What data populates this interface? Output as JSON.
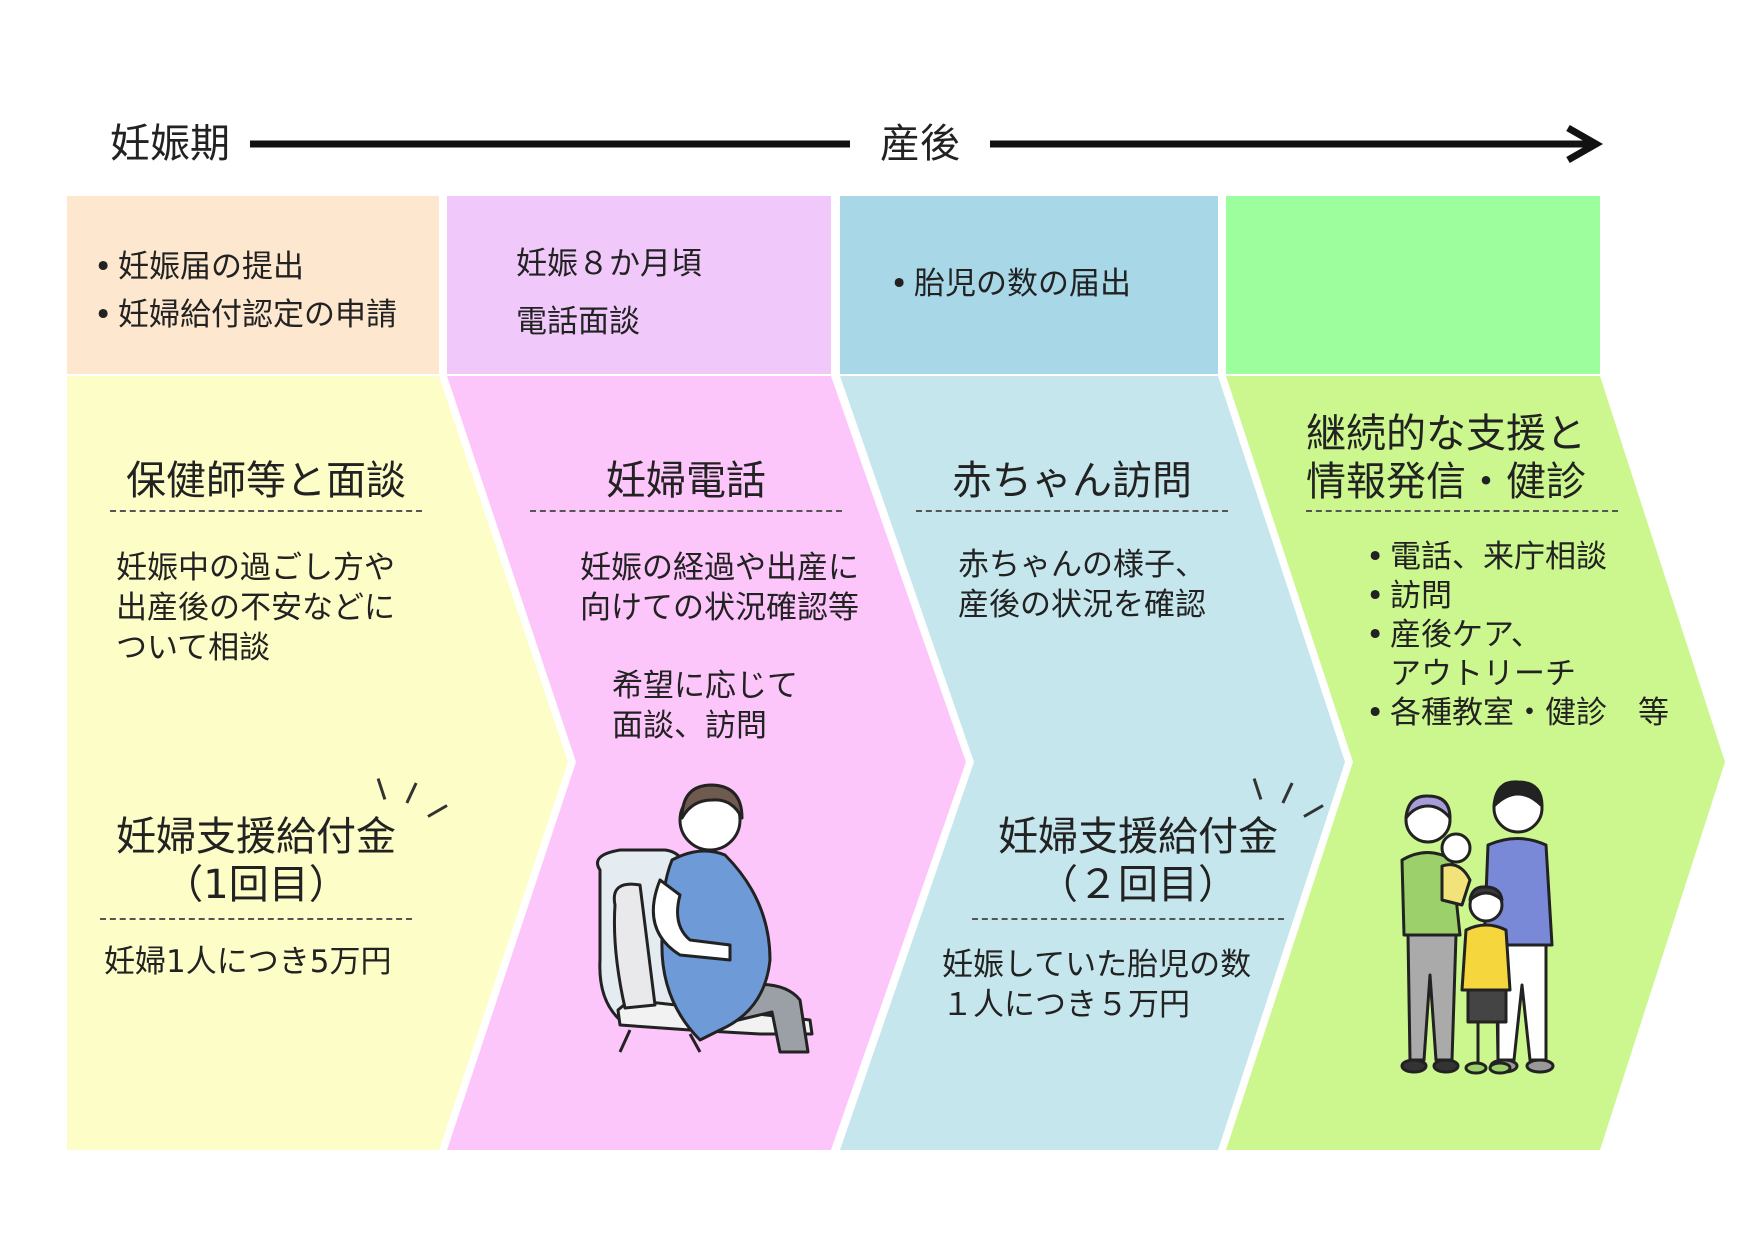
{
  "timeline": {
    "start_label": "妊娠期",
    "mid_label": "産後"
  },
  "colors": {
    "stage1_top": "#fde8cf",
    "stage1_main": "#fdfdc8",
    "stage2_top": "#f1c8fa",
    "stage2_main": "#fdc6fb",
    "stage3_top": "#a8d8e8",
    "stage3_main": "#c4e6ec",
    "stage4_top": "#9cfe9c",
    "stage4_main": "#ccf78e"
  },
  "stages": [
    {
      "top_items": [
        "妊娠届の提出",
        "妊婦給付認定の申請"
      ],
      "title": "保健師等と面談",
      "description": [
        "妊娠中の過ごし方や",
        "出産後の不安などに",
        "ついて相談"
      ],
      "benefit_title": [
        "妊婦支援給付金",
        "（1回目）"
      ],
      "benefit_desc": "妊婦1人につき5万円"
    },
    {
      "top_lines": [
        "妊娠８か月頃",
        "電話面談"
      ],
      "title": "妊婦電話",
      "description": [
        "妊娠の経過や出産に",
        "向けての状況確認等"
      ],
      "note": [
        "希望に応じて",
        "面談、訪問"
      ]
    },
    {
      "top_items": [
        "胎児の数の届出"
      ],
      "title": "赤ちゃん訪問",
      "description": [
        "赤ちゃんの様子、",
        "産後の状況を確認"
      ],
      "benefit_title": [
        "妊婦支援給付金",
        "（２回目）"
      ],
      "benefit_desc": [
        "妊娠していた胎児の数",
        "１人につき５万円"
      ]
    },
    {
      "title": [
        "継続的な支援と",
        "情報発信・健診"
      ],
      "items": [
        "電話、来庁相談",
        "訪問",
        "産後ケア、",
        "各種教室・健診　等"
      ],
      "item_continuation": "アウトリーチ"
    }
  ]
}
